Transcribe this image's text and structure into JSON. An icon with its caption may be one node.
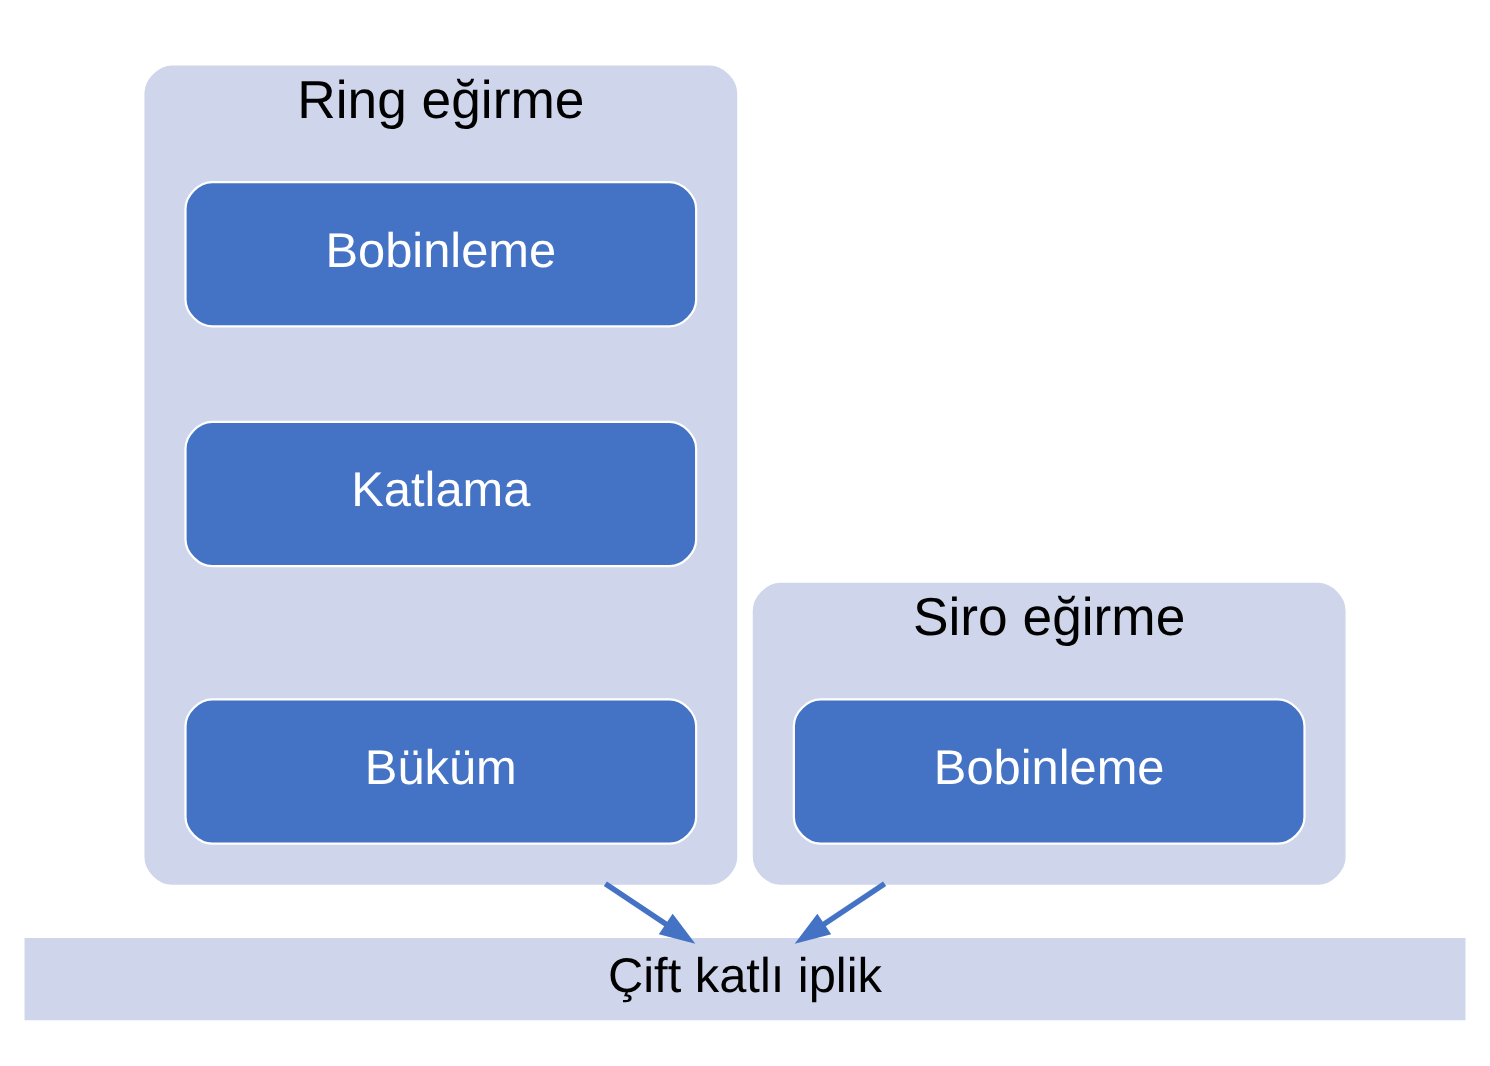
{
  "diagram": {
    "nodes": [
      {
        "text": [
          "Ring eğirme"
        ]
      },
      {
        "text": [
          "Bobinleme"
        ],
        "in": 0
      },
      {
        "text": [
          "Katlama"
        ],
        "in": 0
      },
      {
        "text": [
          "Büküm"
        ],
        "in": 0
      },
      {
        "text": [
          "Siro eğirme"
        ]
      },
      {
        "text": [
          "Bobinleme"
        ],
        "in": 4
      },
      {
        "text": [
          "Çift katlı iplik"
        ]
      }
    ],
    "edges": [
      {
        "from": 0,
        "to": 6,
        "arrow": "to"
      },
      {
        "from": 4,
        "to": 6,
        "arrow": "to"
      }
    ]
  }
}
